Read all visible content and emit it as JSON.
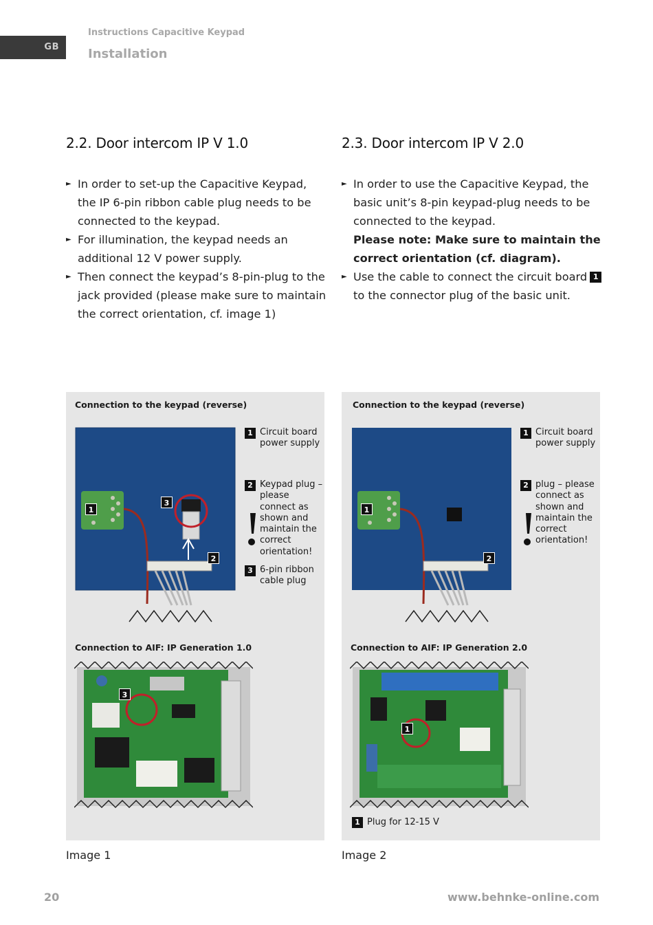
{
  "header": {
    "lang": "GB",
    "subtitle": "Instructions Capacitive Keypad",
    "title": "Installation"
  },
  "left": {
    "heading": "2.2. Door intercom IP V 1.0",
    "bullets": [
      "In order to set-up the Capacitive Keypad, the IP 6-pin ribbon cable plug needs to be connected to the keypad.",
      "For illumination, the keypad needs an additional 12 V power supply.",
      "Then connect the keypad’s 8-pin-plug to the jack provided (please make sure to maintain the correct orientation, cf. image 1)"
    ],
    "panel": {
      "caption_top": "Connection to the keypad (reverse)",
      "caption_bottom": "Connection to AIF: IP Generation 1.0",
      "legend": [
        {
          "badge": "1",
          "text": "Circuit board power supply"
        },
        {
          "badge": "2",
          "text": "Keypad plug – please connect as shown and maintain the correct orientation!"
        },
        {
          "badge": "3",
          "text": "6-pin ribbon cable plug"
        }
      ],
      "photo_badges": [
        "1",
        "2",
        "3",
        "3"
      ]
    },
    "image_caption": "Image 1"
  },
  "right": {
    "heading": "2.3. Door intercom IP V 2.0",
    "bullet1": "In order to use the Capacitive Keypad, the basic unit’s 8-pin keypad-plug needs to be connected to the keypad.",
    "note": "Please note: Make sure to maintain the correct orientation (cf. diagram).",
    "bullet2_a": "Use the cable to connect the circuit board",
    "bullet2_badge": "1",
    "bullet2_b": "to the connector plug of the basic unit.",
    "panel": {
      "caption_top": "Connection to the keypad (reverse)",
      "caption_bottom": "Connection to AIF: IP Generation 2.0",
      "legend": [
        {
          "badge": "1",
          "text": "Circuit board power supply"
        },
        {
          "badge": "2",
          "text": "plug – please connect as shown and maintain the correct orientation!"
        }
      ],
      "photo_badges": [
        "1",
        "2",
        "1"
      ],
      "plug_badge": "1",
      "plug_text": "Plug for 12-15 V"
    },
    "image_caption": "Image 2"
  },
  "footer": {
    "page": "20",
    "url": "www.behnke-online.com"
  }
}
